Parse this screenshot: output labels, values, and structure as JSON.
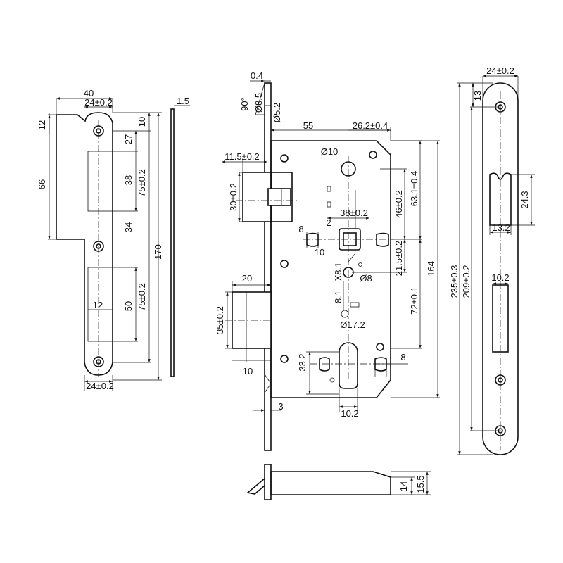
{
  "views": {
    "strike_plate": {
      "labels": {
        "w40": "40",
        "w24_top": "24±0.2",
        "h12": "12",
        "h66": "66",
        "h10": "10",
        "h27": "27",
        "h38": "38",
        "h75_top": "75±0.2",
        "h34": "34",
        "h170": "170",
        "w12": "12",
        "h50": "50",
        "h75_bot": "75±0.2",
        "w24_bot": "24±0.2"
      }
    },
    "plate_side": {
      "labels": {
        "t15": "1.5"
      }
    },
    "lock_body": {
      "labels": {
        "t04": "0.4",
        "a90": "90°",
        "d85": "Ø8.5",
        "d52": "Ø5.2",
        "w55": "55",
        "w262": "26.2±0.4",
        "w115": "11.5±0.2",
        "d10": "Ø10",
        "h30": "30±0.2",
        "w382": "38±0.2",
        "h46": "46±0.2",
        "h631": "63.1±0.4",
        "w8_left": "8",
        "w2": "2",
        "w10_sq": "10",
        "h215": "21.5±0.2",
        "h164": "164",
        "x81": "X8.1",
        "d8": "Ø8",
        "w20": "20",
        "h81": "8.1",
        "h72": "72±0.1",
        "h35": "35±0.2",
        "d172": "Ø17.2",
        "h332": "33.2",
        "w8_right": "8",
        "w10_latch": "10",
        "w3": "3",
        "w102": "10.2"
      }
    },
    "bottom_view": {
      "labels": {
        "h14": "14",
        "h155": "15.5"
      }
    },
    "faceplate": {
      "labels": {
        "w24": "24±0.2",
        "h13": "13",
        "h243": "24.3",
        "w132": "13.2",
        "h235": "235±0.3",
        "h209": "209±0.2",
        "w102": "10.2"
      }
    }
  }
}
